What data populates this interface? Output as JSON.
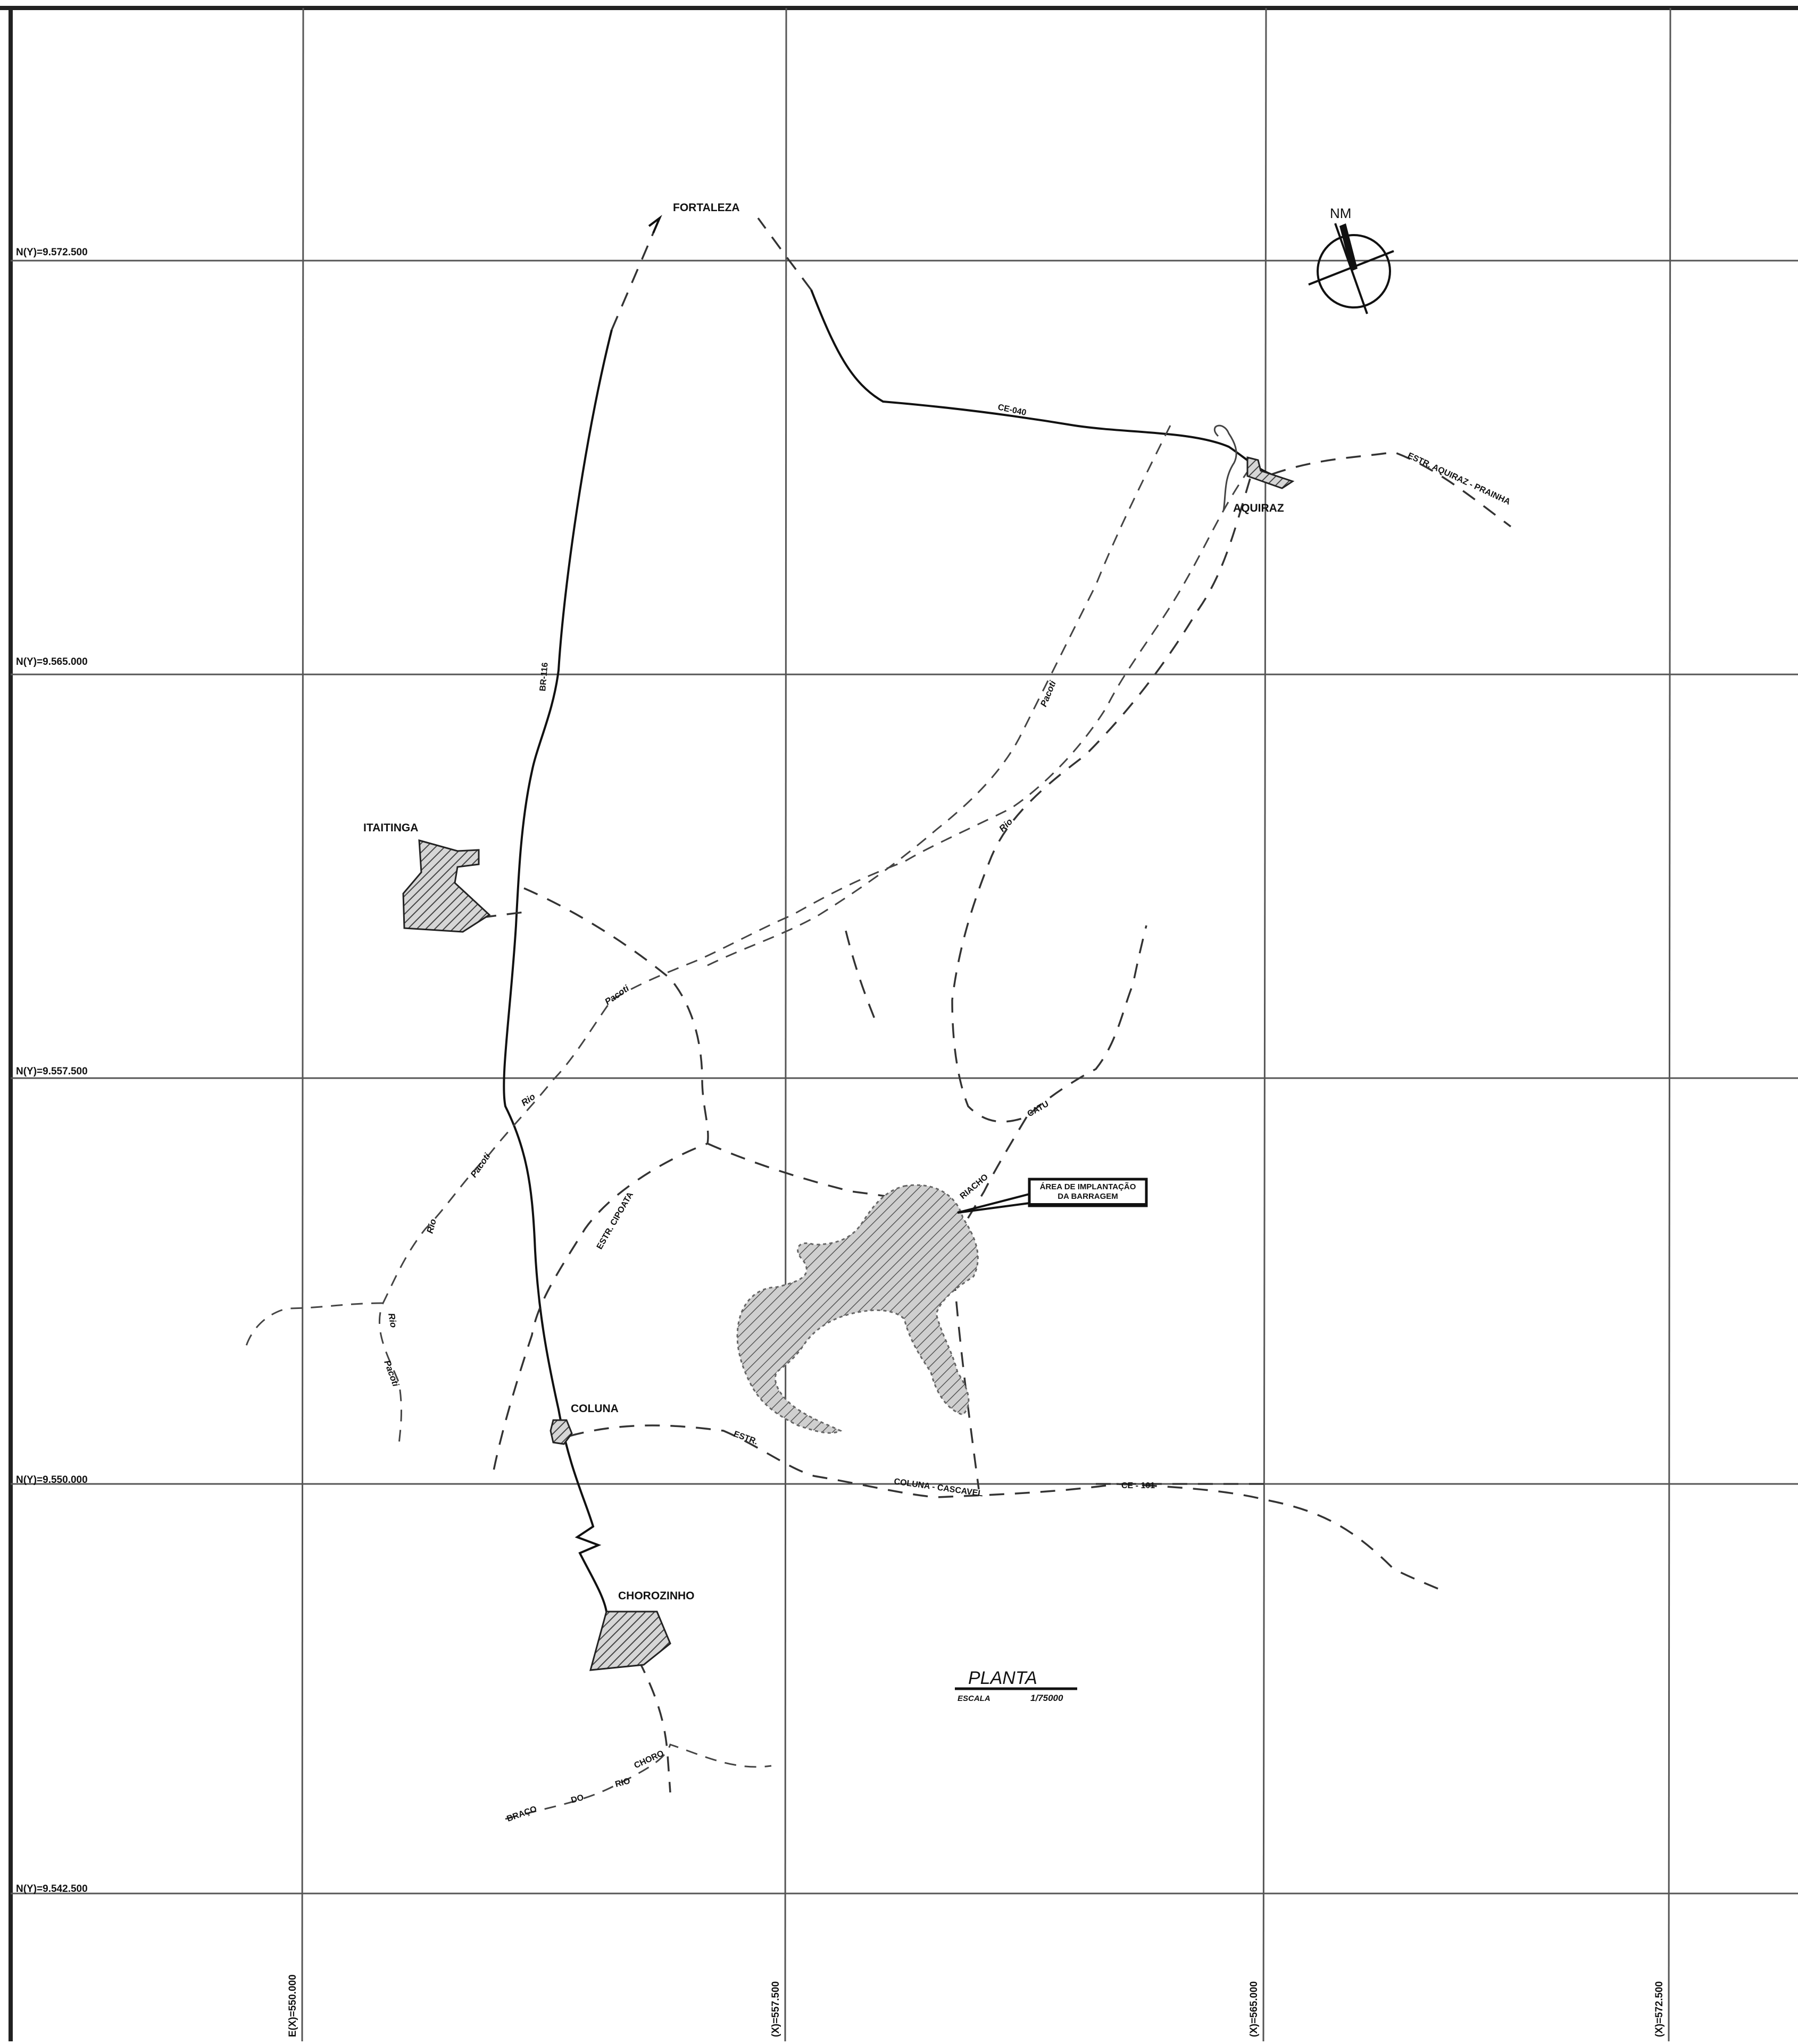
{
  "grid_labels": {
    "north": [
      "N(Y)=9.572.500",
      "N(Y)=9.565.000",
      "N(Y)=9.557.500",
      "N(Y)=9.550.000",
      "N(Y)=9.542.500"
    ],
    "east": [
      "E(X)=550.000",
      "(X)=557.500",
      "(X)=565.000",
      "(X)=572.500"
    ]
  },
  "places": {
    "fortaleza": "FORTALEZA",
    "aquiraz": "AQUIRAZ",
    "itaitinga": "ITAITINGA",
    "coluna": "COLUNA",
    "chorozinho": "CHOROZINHO"
  },
  "roads": {
    "br116": "BR-116",
    "ce040": "CE-040",
    "estr_aquiraz": "ESTR. AQUIRAZ - PRAINHA",
    "estr_cipoata": "ESTR. CIPOATA",
    "estr": "ESTR.",
    "coluna_cascavel": "COLUNA - CASCAVEL",
    "ce101": "CE - 101"
  },
  "rivers": {
    "rio": "Rio",
    "pacoti": "Pacoti",
    "riacho": "RIACHO",
    "catu": "CATU",
    "braco": "BRAÇO",
    "do": "DO",
    "rio_caps": "RIO",
    "choro": "CHORO"
  },
  "callout": {
    "line1": "ÁREA DE IMPLANTAÇÃO",
    "line2": "DA BARRAGEM"
  },
  "north_arrow": "NM",
  "title": {
    "name": "PLANTA",
    "scale_label": "ESCALA",
    "scale_value": "1/75000"
  }
}
